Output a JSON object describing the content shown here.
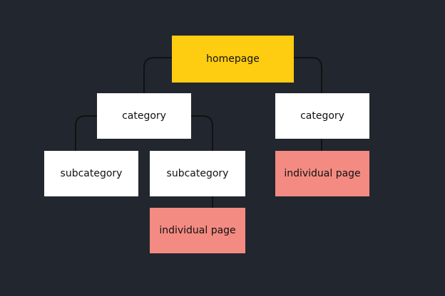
{
  "colors": {
    "background": "#22262e",
    "root": "#fecc11",
    "category": "#ffffff",
    "page": "#f38b82",
    "connector": "#111111"
  },
  "nodes": {
    "homepage": "homepage",
    "category_left": "category",
    "category_right": "category",
    "subcategory_1": "subcategory",
    "subcategory_2": "subcategory",
    "individual_page_right": "individual page",
    "individual_page_bottom": "individual page"
  }
}
